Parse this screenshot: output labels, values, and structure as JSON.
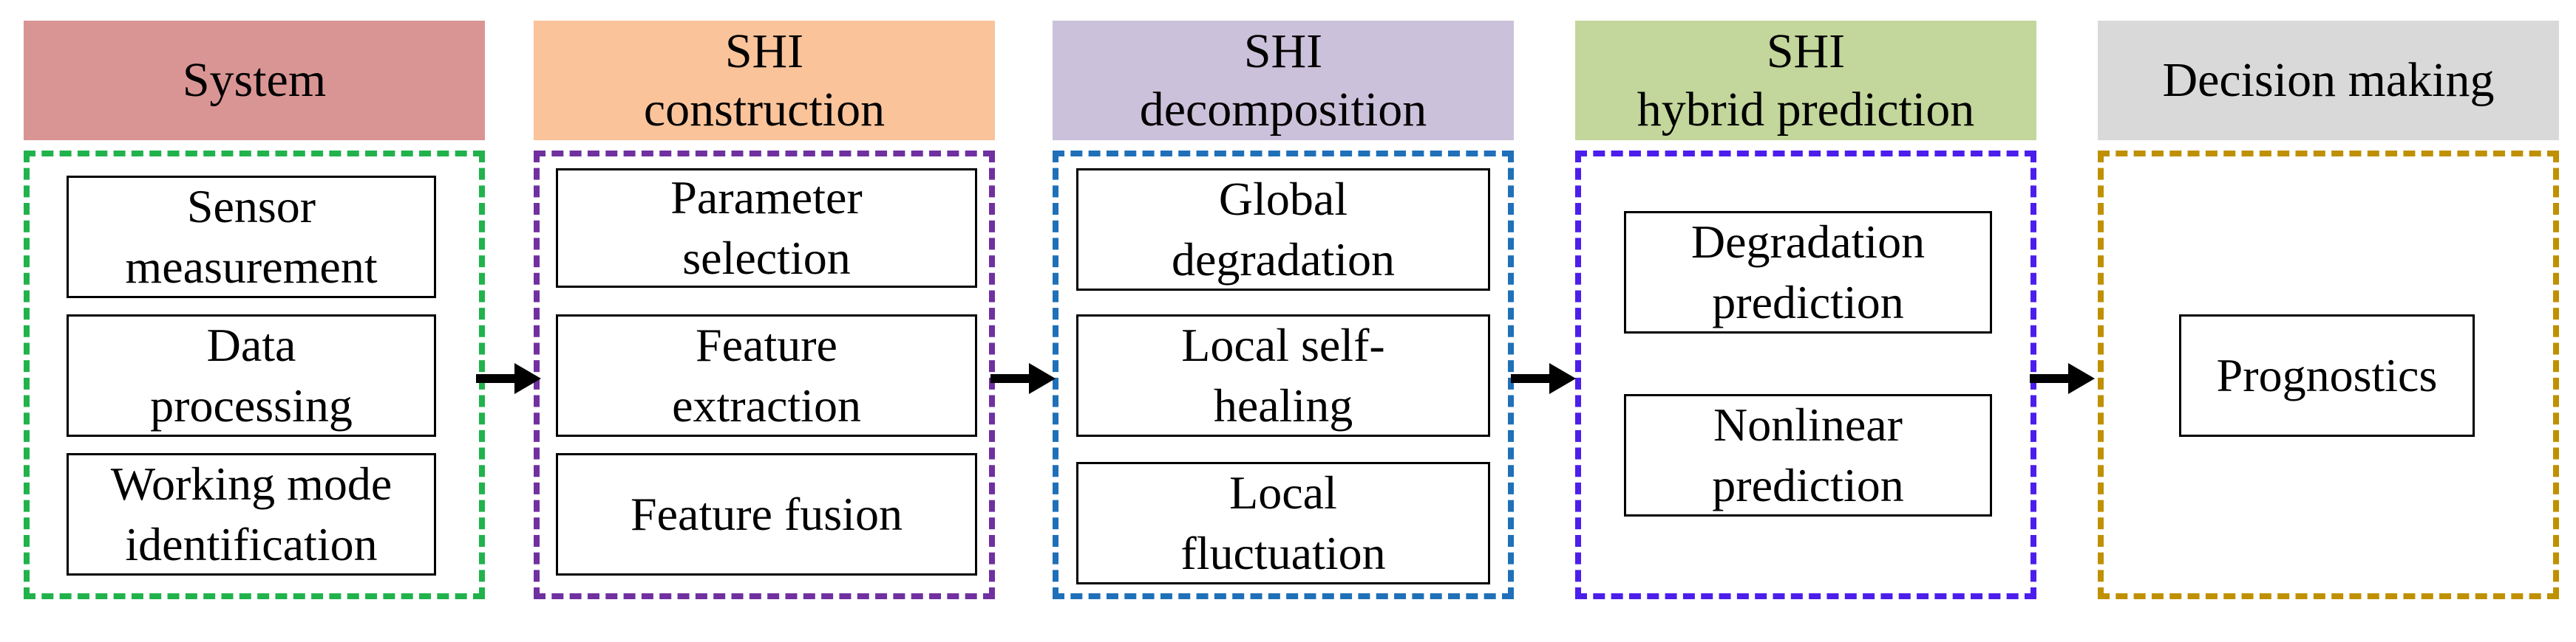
{
  "stages": [
    {
      "header": "System",
      "header_color": "#D99594",
      "border_color": "#21B24C",
      "boxes": [
        "Sensor\nmeasurement",
        "Data\nprocessing",
        "Working mode\nidentification"
      ]
    },
    {
      "header": "SHI\nconstruction",
      "header_color": "#FAC39A",
      "border_color": "#7030A0",
      "boxes": [
        "Parameter\nselection",
        "Feature\nextraction",
        "Feature fusion"
      ]
    },
    {
      "header": "SHI\ndecomposition",
      "header_color": "#CCC1DA",
      "border_color": "#1F70B8",
      "boxes": [
        "Global\ndegradation",
        "Local self-\nhealing",
        "Local\nfluctuation"
      ]
    },
    {
      "header": "SHI\nhybrid prediction",
      "header_color": "#C3D69B",
      "border_color": "#4C1EEB",
      "boxes": [
        "Degradation\nprediction",
        "Nonlinear\nprediction"
      ]
    },
    {
      "header": "Decision making",
      "header_color": "#D9D9D9",
      "border_color": "#BF9000",
      "boxes": [
        "Prognostics"
      ]
    }
  ]
}
